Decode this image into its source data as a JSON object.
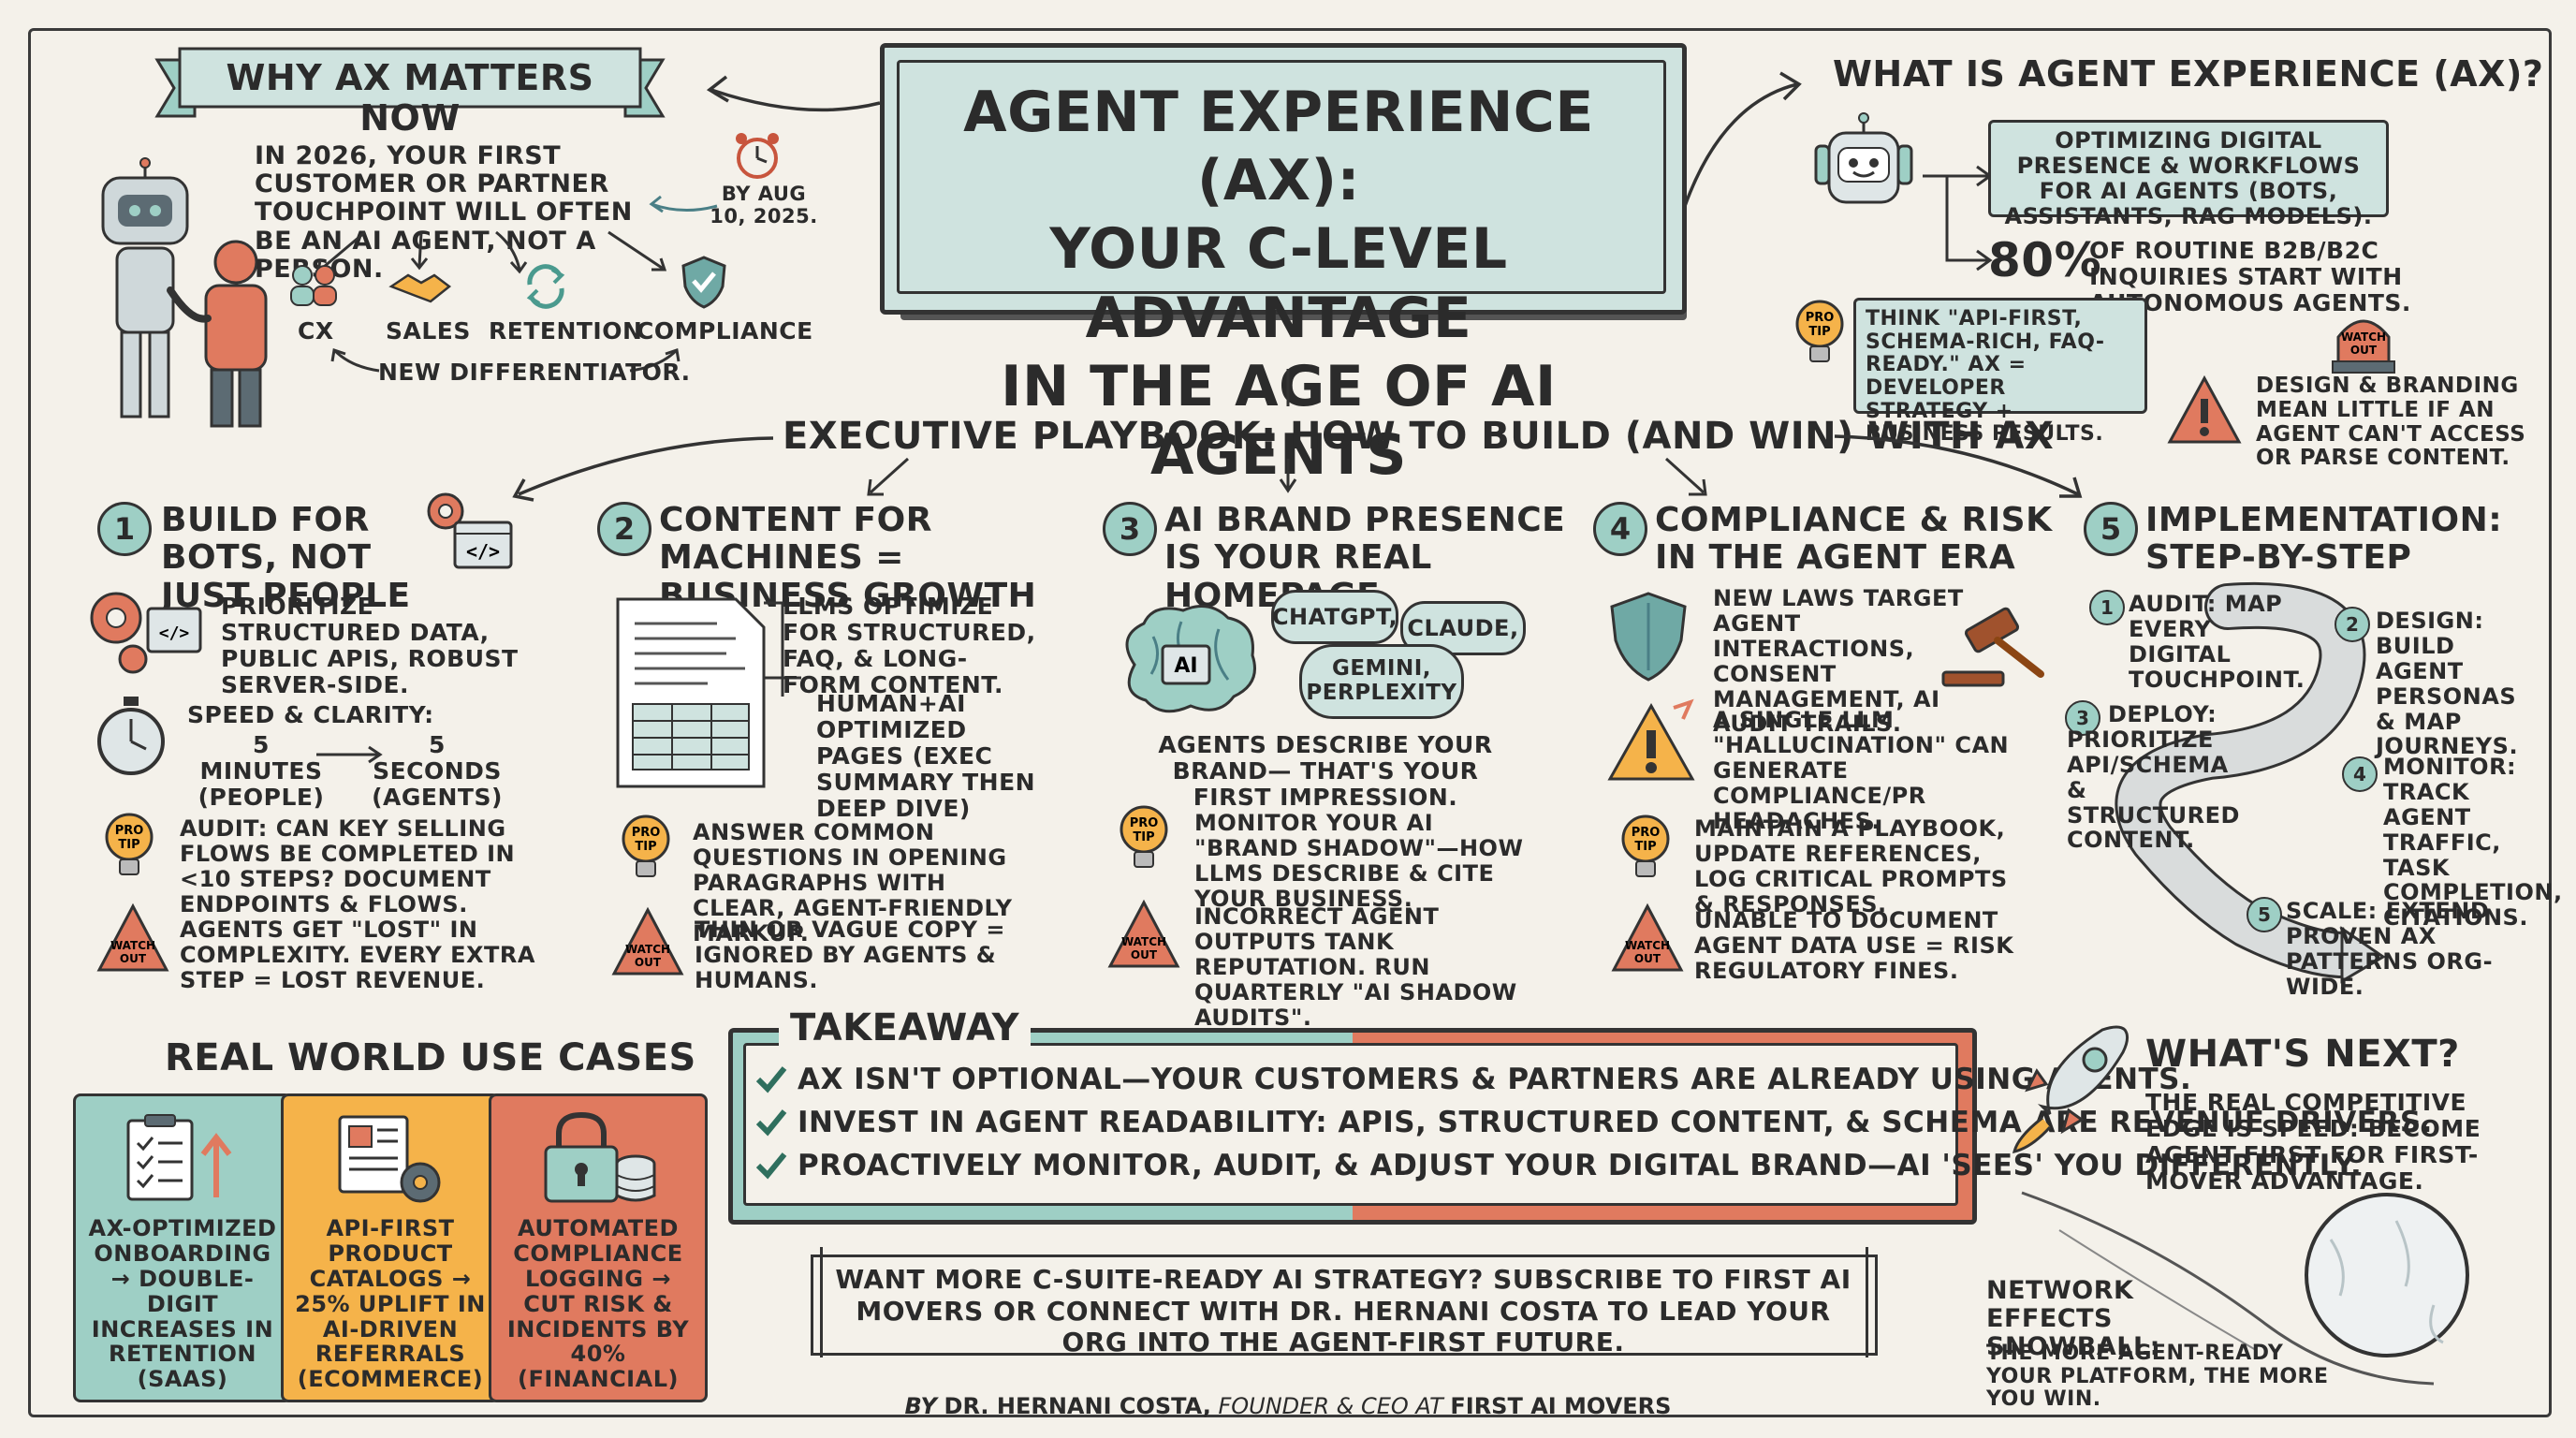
{
  "title": {
    "line1": "AGENT EXPERIENCE (AX):",
    "line2": "YOUR C-LEVEL ADVANTAGE",
    "line3": "IN THE AGE OF AI AGENTS"
  },
  "why": {
    "heading": "WHY AX MATTERS NOW",
    "text": "IN 2026, YOUR FIRST CUSTOMER OR PARTNER TOUCHPOINT WILL OFTEN BE AN AI AGENT, NOT A PERSON.",
    "date": "BY AUG 10, 2025.",
    "items": [
      "CX",
      "SALES",
      "RETENTION",
      "COMPLIANCE"
    ],
    "footer": "NEW DIFFERENTIATOR."
  },
  "what": {
    "heading": "WHAT IS AGENT EXPERIENCE (AX)?",
    "definition": "OPTIMIZING DIGITAL PRESENCE & WORKFLOWS FOR AI AGENTS (BOTS, ASSISTANTS, RAG MODELS).",
    "stat_value": "80%",
    "stat_text": "OF ROUTINE B2B/B2C INQUIRIES START WITH AUTONOMOUS AGENTS.",
    "tip": "THINK \"API-FIRST, SCHEMA-RICH, FAQ-READY.\" AX = DEVELOPER STRATEGY + BUSINESS RESULTS.",
    "watch": "DESIGN & BRANDING MEAN LITTLE IF AN AGENT CAN'T ACCESS OR PARSE CONTENT."
  },
  "icons": {
    "pro_line1": "PRO",
    "pro_line2": "TIP",
    "watch_line1": "WATCH",
    "watch_line2": "OUT",
    "code": "</>",
    "ai": "AI"
  },
  "playbook": {
    "heading": "EXECUTIVE PLAYBOOK: HOW TO BUILD (AND WIN) WITH AX"
  },
  "col1": {
    "num": "1",
    "title": "BUILD FOR BOTS, NOT JUST PEOPLE",
    "p1": "PRIORITIZE STRUCTURED DATA, PUBLIC APIS, ROBUST SERVER-SIDE.",
    "speed_title": "SPEED & CLARITY:",
    "speed_a": "5 MINUTES (PEOPLE)",
    "speed_b": "5 SECONDS (AGENTS)",
    "tip": "AUDIT: CAN KEY SELLING FLOWS BE COMPLETED IN <10 STEPS? DOCUMENT ENDPOINTS & FLOWS.",
    "watch": "AGENTS GET \"LOST\" IN COMPLEXITY. EVERY EXTRA STEP = LOST REVENUE."
  },
  "col2": {
    "num": "2",
    "title": "CONTENT FOR MACHINES = BUSINESS GROWTH",
    "p1": "LLMS OPTIMIZE FOR STRUCTURED, FAQ, & LONG-FORM CONTENT.",
    "p2": "HUMAN+AI OPTIMIZED PAGES (EXEC SUMMARY THEN DEEP DIVE)",
    "tip": "ANSWER COMMON QUESTIONS IN OPENING PARAGRAPHS WITH CLEAR, AGENT-FRIENDLY MARKUP.",
    "watch": "THIN OR VAGUE COPY = IGNORED BY AGENTS & HUMANS."
  },
  "col3": {
    "num": "3",
    "title": "AI BRAND PRESENCE IS YOUR REAL HOMEPAGE",
    "bubbles": [
      "CHATGPT,",
      "CLAUDE,",
      "GEMINI, PERPLEXITY"
    ],
    "p1": "AGENTS DESCRIBE YOUR BRAND— THAT'S YOUR FIRST IMPRESSION.",
    "tip": "MONITOR YOUR AI \"BRAND SHADOW\"—HOW LLMS DESCRIBE & CITE YOUR BUSINESS.",
    "watch": "INCORRECT AGENT OUTPUTS TANK REPUTATION. RUN QUARTERLY \"AI SHADOW AUDITS\"."
  },
  "col4": {
    "num": "4",
    "title": "COMPLIANCE & RISK IN THE AGENT ERA",
    "p1": "NEW LAWS TARGET AGENT INTERACTIONS, CONSENT MANAGEMENT, AI AUDIT TRAILS.",
    "p2": "A SINGLE LLM \"HALLUCINATION\" CAN GENERATE COMPLIANCE/PR HEADACHES.",
    "tip": "MAINTAIN A PLAYBOOK, UPDATE REFERENCES, LOG CRITICAL PROMPTS & RESPONSES.",
    "watch": "UNABLE TO DOCUMENT AGENT DATA USE = RISK REGULATORY FINES."
  },
  "col5": {
    "num": "5",
    "title": "IMPLEMENTATION: STEP-BY-STEP",
    "steps": [
      {
        "num": "1",
        "text": "AUDIT: MAP EVERY DIGITAL TOUCHPOINT."
      },
      {
        "num": "2",
        "text": "DESIGN: BUILD AGENT PERSONAS & MAP JOURNEYS."
      },
      {
        "num": "3",
        "text": "DEPLOY: PRIORITIZE API/SCHEMA & STRUCTURED CONTENT."
      },
      {
        "num": "4",
        "text": "MONITOR: TRACK AGENT TRAFFIC, TASK COMPLETION, CITATIONS."
      },
      {
        "num": "5",
        "text": "SCALE: EXTEND PROVEN AX PATTERNS ORG-WIDE."
      }
    ]
  },
  "usecases": {
    "heading": "REAL WORLD USE CASES",
    "items": [
      {
        "text": "AX-OPTIMIZED ONBOARDING → DOUBLE-DIGIT INCREASES IN RETENTION (SAAS)",
        "color": "#9ecfc5"
      },
      {
        "text": "API-FIRST PRODUCT CATALOGS → 25% UPLIFT IN AI-DRIVEN REFERRALS (ECOMMERCE)",
        "color": "#f5b34a"
      },
      {
        "text": "AUTOMATED COMPLIANCE LOGGING → CUT RISK & INCIDENTS BY 40% (FINANCIAL)",
        "color": "#e07a5f"
      }
    ]
  },
  "takeaway": {
    "heading": "TAKEAWAY",
    "items": [
      "AX ISN'T OPTIONAL—YOUR CUSTOMERS & PARTNERS ARE ALREADY USING AGENTS.",
      "INVEST IN AGENT READABILITY: APIS, STRUCTURED CONTENT, & SCHEMA ARE REVENUE DRIVERS.",
      "PROACTIVELY MONITOR, AUDIT, & ADJUST YOUR DIGITAL BRAND—AI 'SEES' YOU DIFFERENTLY."
    ]
  },
  "cta": "WANT MORE C-SUITE-READY AI STRATEGY? SUBSCRIBE TO FIRST AI MOVERS OR CONNECT WITH DR. HERNANI COSTA TO LEAD YOUR ORG INTO THE AGENT-FIRST FUTURE.",
  "next": {
    "heading": "WHAT'S NEXT?",
    "text": "THE REAL COMPETITIVE EDGE IS SPEED: BECOME AGENT-FIRST FOR FIRST-MOVER ADVANTAGE.",
    "network_title": "NETWORK EFFECTS SNOWBALL:",
    "network_text": "THE MORE AGENT-READY YOUR PLATFORM, THE MORE YOU WIN."
  },
  "footer": {
    "prefix": "BY",
    "author": "DR. HERNANI COSTA,",
    "role": "FOUNDER & CEO AT",
    "org": "FIRST AI MOVERS"
  },
  "colors": {
    "teal": "#9ecfc5",
    "light_teal": "#cfe3df",
    "orange": "#f5b34a",
    "coral": "#e07a5f",
    "paper": "#f4f1ea"
  }
}
